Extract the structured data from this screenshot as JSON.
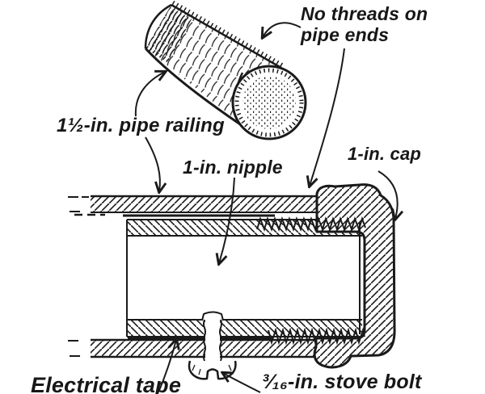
{
  "figure": {
    "labels": {
      "no_threads_line1": "No threads on",
      "no_threads_line2": "pipe ends",
      "pipe_railing": "1½-in. pipe railing",
      "nipple": "1-in. nipple",
      "cap": "1-in. cap",
      "electrical_tape": "Electrical tape",
      "stove_bolt": "³⁄₁₆-in. stove bolt"
    },
    "colors": {
      "ink": "#1a1a1a",
      "paper": "#ffffff"
    }
  }
}
